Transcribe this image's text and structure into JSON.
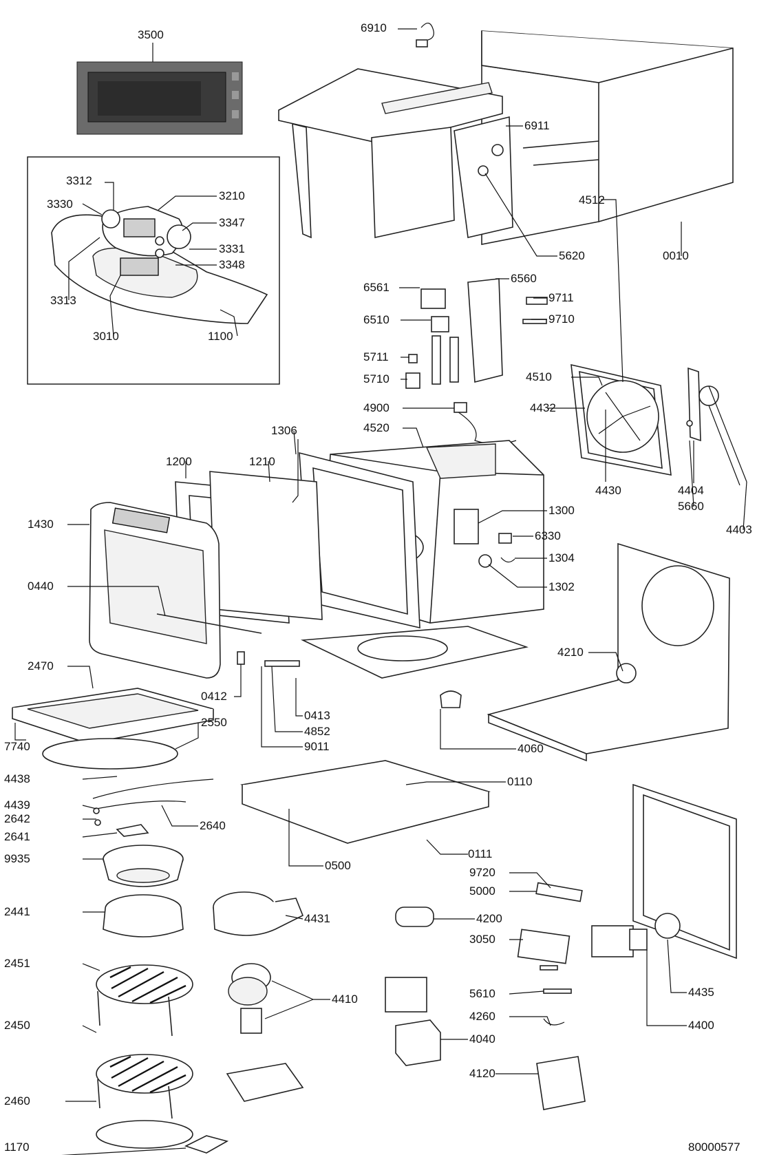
{
  "drawing_number": "80000577",
  "callouts": [
    {
      "id": "3500",
      "label": "3500"
    },
    {
      "id": "6910",
      "label": "6910"
    },
    {
      "id": "6911",
      "label": "6911"
    },
    {
      "id": "5620",
      "label": "5620"
    },
    {
      "id": "0010",
      "label": "0010"
    },
    {
      "id": "3312",
      "label": "3312"
    },
    {
      "id": "3210",
      "label": "3210"
    },
    {
      "id": "3330",
      "label": "3330"
    },
    {
      "id": "3347",
      "label": "3347"
    },
    {
      "id": "3331",
      "label": "3331"
    },
    {
      "id": "3348",
      "label": "3348"
    },
    {
      "id": "3313",
      "label": "3313"
    },
    {
      "id": "3010",
      "label": "3010"
    },
    {
      "id": "1100",
      "label": "1100"
    },
    {
      "id": "6561",
      "label": "6561"
    },
    {
      "id": "6560",
      "label": "6560"
    },
    {
      "id": "9711",
      "label": "9711"
    },
    {
      "id": "6510",
      "label": "6510"
    },
    {
      "id": "9710",
      "label": "9710"
    },
    {
      "id": "5711",
      "label": "5711"
    },
    {
      "id": "5710",
      "label": "5710"
    },
    {
      "id": "4512",
      "label": "4512"
    },
    {
      "id": "4510",
      "label": "4510"
    },
    {
      "id": "4432",
      "label": "4432"
    },
    {
      "id": "4900",
      "label": "4900"
    },
    {
      "id": "4520",
      "label": "4520"
    },
    {
      "id": "1306",
      "label": "1306"
    },
    {
      "id": "1200",
      "label": "1200"
    },
    {
      "id": "1210",
      "label": "1210"
    },
    {
      "id": "4430",
      "label": "4430"
    },
    {
      "id": "4404",
      "label": "4404"
    },
    {
      "id": "5660",
      "label": "5660"
    },
    {
      "id": "4403",
      "label": "4403"
    },
    {
      "id": "1430",
      "label": "1430"
    },
    {
      "id": "1300",
      "label": "1300"
    },
    {
      "id": "6330",
      "label": "6330"
    },
    {
      "id": "1304",
      "label": "1304"
    },
    {
      "id": "1302",
      "label": "1302"
    },
    {
      "id": "0440",
      "label": "0440"
    },
    {
      "id": "2470",
      "label": "2470"
    },
    {
      "id": "4210",
      "label": "4210"
    },
    {
      "id": "0412",
      "label": "0412"
    },
    {
      "id": "0413",
      "label": "0413"
    },
    {
      "id": "4852",
      "label": "4852"
    },
    {
      "id": "2550",
      "label": "2550"
    },
    {
      "id": "9011",
      "label": "9011"
    },
    {
      "id": "4060",
      "label": "4060"
    },
    {
      "id": "7740",
      "label": "7740"
    },
    {
      "id": "4438",
      "label": "4438"
    },
    {
      "id": "0110",
      "label": "0110"
    },
    {
      "id": "4439",
      "label": "4439"
    },
    {
      "id": "2642",
      "label": "2642"
    },
    {
      "id": "2640",
      "label": "2640"
    },
    {
      "id": "2641",
      "label": "2641"
    },
    {
      "id": "9935",
      "label": "9935"
    },
    {
      "id": "0500",
      "label": "0500"
    },
    {
      "id": "0111",
      "label": "0111"
    },
    {
      "id": "9720",
      "label": "9720"
    },
    {
      "id": "5000",
      "label": "5000"
    },
    {
      "id": "2441",
      "label": "2441"
    },
    {
      "id": "4431",
      "label": "4431"
    },
    {
      "id": "4200",
      "label": "4200"
    },
    {
      "id": "3050",
      "label": "3050"
    },
    {
      "id": "2451",
      "label": "2451"
    },
    {
      "id": "4410",
      "label": "4410"
    },
    {
      "id": "4435",
      "label": "4435"
    },
    {
      "id": "5610",
      "label": "5610"
    },
    {
      "id": "4260",
      "label": "4260"
    },
    {
      "id": "2450",
      "label": "2450"
    },
    {
      "id": "4400",
      "label": "4400"
    },
    {
      "id": "4040",
      "label": "4040"
    },
    {
      "id": "4120",
      "label": "4120"
    },
    {
      "id": "2460",
      "label": "2460"
    },
    {
      "id": "1170",
      "label": "1170"
    }
  ]
}
